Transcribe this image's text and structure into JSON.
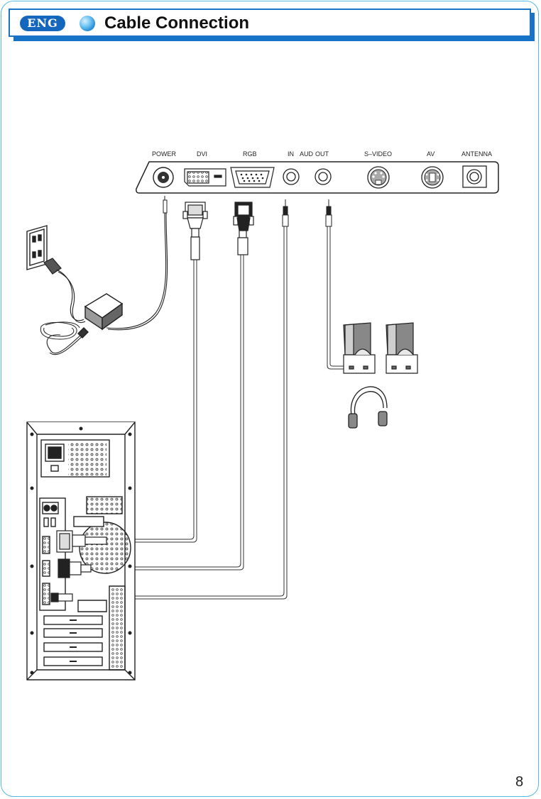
{
  "header": {
    "language_badge": "ENG",
    "title": "Cable Connection"
  },
  "ports": {
    "power": "POWER",
    "dvi": "DVI",
    "rgb": "RGB",
    "in": "IN",
    "aud": "AUD",
    "out": "OUT",
    "s_video": "S–VIDEO",
    "av": "AV",
    "antenna": "ANTENNA"
  },
  "page_number": "8",
  "colors": {
    "frame": "#55b8e6",
    "header_blue": "#1673c8",
    "line_art": "#222222"
  }
}
